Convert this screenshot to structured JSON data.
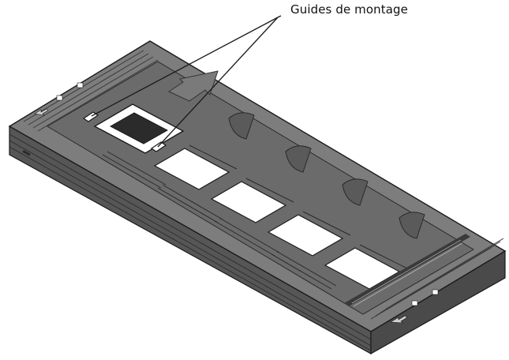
{
  "callout": {
    "label": "Guides de montage"
  },
  "tray": {
    "slot_count": 4,
    "mounted_slide_count": 1
  },
  "colors": {
    "tray_fill": "#6f6f6f",
    "tray_top": "#8a8a8a",
    "tray_dark": "#3e3e3e",
    "ribs": "#4a4a4a",
    "window": "#ffffff",
    "slide_dark": "#2b2b2b",
    "arrow": "#777777",
    "outline": "#1a1a1a"
  },
  "icons": {
    "insert_direction": "arrow-right-icon",
    "slide_mount": "slide-mount-icon"
  }
}
